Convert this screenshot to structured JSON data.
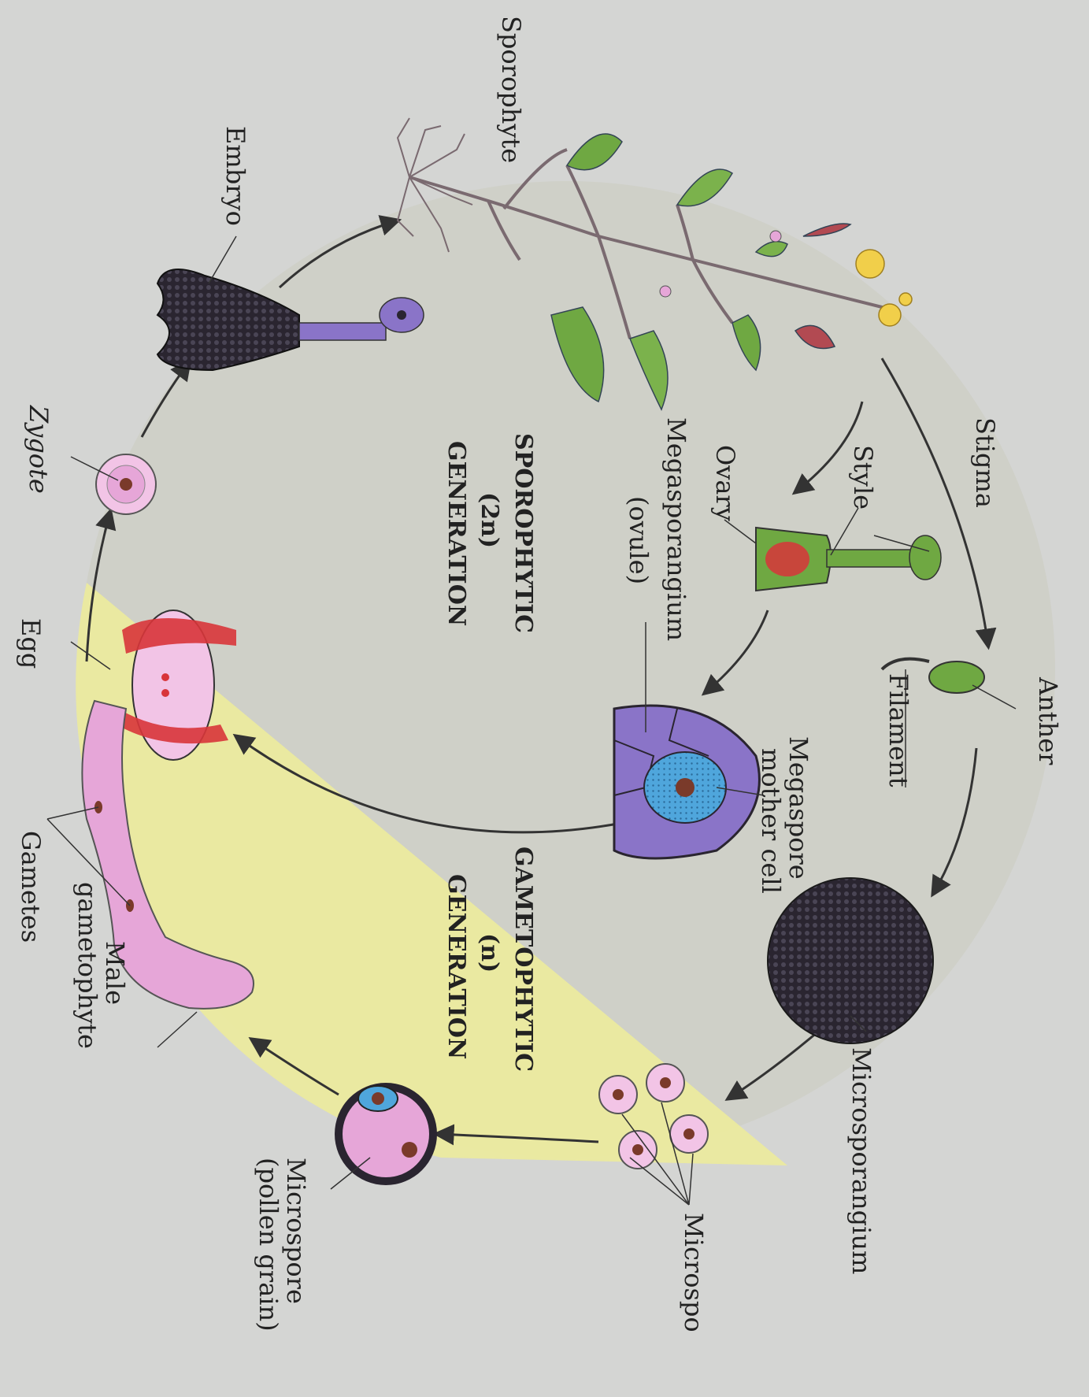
{
  "colors": {
    "background": "#d4d5d3",
    "yellow_region": "#eceb9c",
    "pink": "#e6a6d8",
    "purple": "#8a74c8",
    "blue": "#4fa6dc",
    "green": "#6fa842",
    "dark": "#2a2530",
    "red": "#d8353a",
    "yellow_flower": "#f1cf4a"
  },
  "labels": {
    "sporophyte": "Sporophyte",
    "embryo": "Embryo",
    "zygote": "Zygote",
    "egg": "Egg",
    "gametes": "Gametes",
    "male_gametophyte_1": "Male",
    "male_gametophyte_2": "gametophyte",
    "microspore_pollen_1": "Microspore",
    "microspore_pollen_2": "(pollen grain)",
    "microspores": "Microspo",
    "microsporangium": "Microsporangium",
    "megaspore_mother_1": "Megaspore",
    "megaspore_mother_2": "mother cell",
    "filament": "Filament",
    "anther": "Anther",
    "stigma": "Stigma",
    "style": "Style",
    "ovary": "Ovary",
    "megasporangium_1": "Megasporangium",
    "megasporangium_2": "(ovule)",
    "sporophytic_1": "SPOROPHYTIC",
    "sporophytic_2": "(2n)",
    "sporophytic_3": "GENERATION",
    "gametophytic_1": "GAMETOPHYTIC",
    "gametophytic_2": "(n)",
    "gametophytic_3": "GENERATION"
  }
}
